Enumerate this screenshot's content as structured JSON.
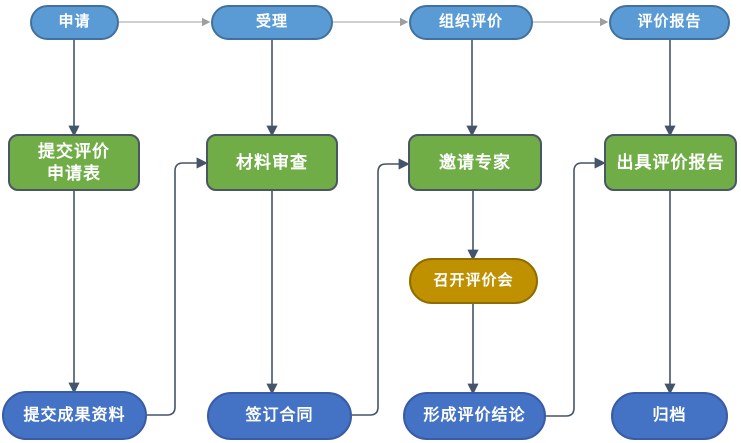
{
  "flowchart": {
    "nodes": {
      "apply": {
        "label": "申请",
        "type": "stage"
      },
      "accept": {
        "label": "受理",
        "type": "stage"
      },
      "organize": {
        "label": "组织评价",
        "type": "stage"
      },
      "report": {
        "label": "评价报告",
        "type": "stage"
      },
      "submit_form": {
        "label": "提交评价\n申请表",
        "type": "process"
      },
      "review": {
        "label": "材料审查",
        "type": "process"
      },
      "invite": {
        "label": "邀请专家",
        "type": "process"
      },
      "issue": {
        "label": "出具评价报告",
        "type": "process"
      },
      "meeting": {
        "label": "召开评价会",
        "type": "meeting"
      },
      "submit_materials": {
        "label": "提交成果资料",
        "type": "result"
      },
      "contract": {
        "label": "签订合同",
        "type": "result"
      },
      "conclusion": {
        "label": "形成评价结论",
        "type": "result"
      },
      "archive": {
        "label": "归档",
        "type": "result"
      }
    },
    "edges": [
      {
        "from": "apply",
        "to": "accept",
        "style": "gray-horizontal"
      },
      {
        "from": "accept",
        "to": "organize",
        "style": "gray-horizontal"
      },
      {
        "from": "organize",
        "to": "report",
        "style": "gray-horizontal"
      },
      {
        "from": "apply",
        "to": "submit_form",
        "style": "dark-vertical"
      },
      {
        "from": "accept",
        "to": "review",
        "style": "dark-vertical"
      },
      {
        "from": "organize",
        "to": "invite",
        "style": "dark-vertical"
      },
      {
        "from": "report",
        "to": "issue",
        "style": "dark-vertical"
      },
      {
        "from": "submit_form",
        "to": "submit_materials",
        "style": "dark-vertical"
      },
      {
        "from": "review",
        "to": "contract",
        "style": "dark-vertical"
      },
      {
        "from": "invite",
        "to": "meeting",
        "style": "dark-vertical"
      },
      {
        "from": "meeting",
        "to": "conclusion",
        "style": "dark-vertical"
      },
      {
        "from": "issue",
        "to": "archive",
        "style": "dark-vertical"
      },
      {
        "from": "submit_materials",
        "to": "review",
        "style": "dark-elbow"
      },
      {
        "from": "contract",
        "to": "invite",
        "style": "dark-elbow"
      },
      {
        "from": "conclusion",
        "to": "issue",
        "style": "dark-elbow"
      }
    ]
  },
  "colors": {
    "stage_fill": "#5B9BD5",
    "stage_border": "#41719C",
    "process_fill": "#70AD47",
    "process_border": "#4A5565",
    "meeting_fill": "#BF9000",
    "meeting_border": "#8E6C00",
    "result_fill": "#4472C4",
    "result_border": "#3A5BA5",
    "arrow_dark": "#44546A",
    "arrow_gray": "#9E9E9E",
    "text": "#FFFFFF",
    "background": "#FFFFFF"
  }
}
